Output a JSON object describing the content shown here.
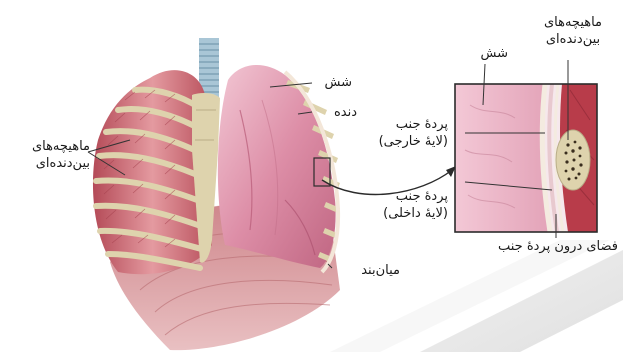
{
  "labels": {
    "intercostal_left_line1": "ماهیچه‌های",
    "intercostal_left_line2": "بین‌دنده‌ای",
    "lung": "شش",
    "rib": "دنده",
    "diaphragm": "میان‌بند",
    "zoom_lung": "شش",
    "intercostal_right_line1": "ماهیچه‌های",
    "intercostal_right_line2": "بین‌دنده‌ای",
    "pleura_outer_line1": "پردهٔ جنب",
    "pleura_outer_line2": "(لایهٔ خارجی)",
    "pleura_inner_line1": "پردهٔ جنب",
    "pleura_inner_line2": "(لایهٔ داخلی)",
    "pleural_cavity": "فضای درون پردهٔ جنب"
  },
  "colors": {
    "muscle": "#c95f6a",
    "muscle_light": "#e8a3a8",
    "lung": "#dc8fa6",
    "lung_light": "#eebccb",
    "bone": "#ded3ad",
    "bone_shadow": "#b9ae88",
    "trachea": "#a9c6d6",
    "diaphragm": "#d6989c",
    "zoom_border": "#2b2b2b",
    "pleura": "#f1dfd0"
  }
}
